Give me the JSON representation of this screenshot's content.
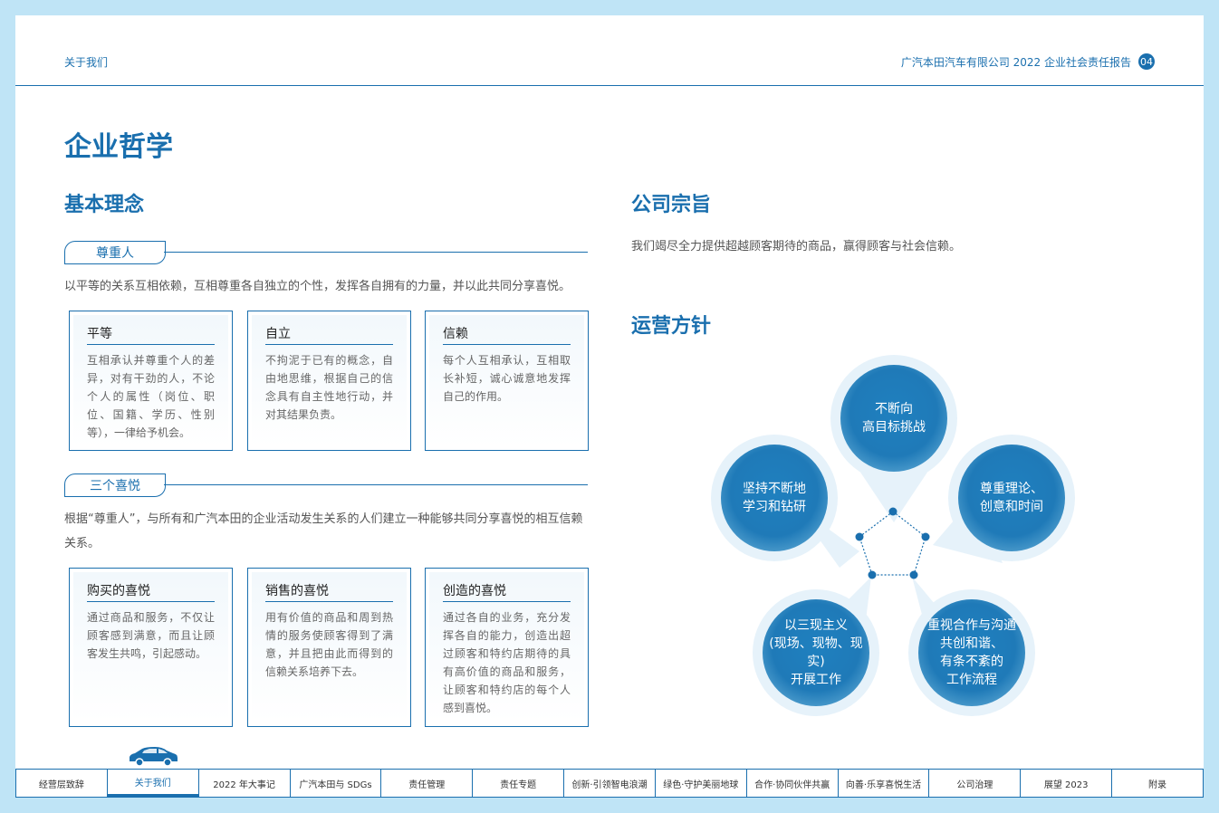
{
  "header": {
    "section": "关于我们",
    "report": "广汽本田汽车有限公司  2022 企业社会责任报告",
    "page": "04"
  },
  "title": "企业哲学",
  "basic": {
    "title": "基本理念",
    "respect": {
      "pill": "尊重人",
      "text": "以平等的关系互相依赖，互相尊重各自独立的个性，发挥各自拥有的力量，并以此共同分享喜悦。",
      "cards": [
        {
          "title": "平等",
          "body": "互相承认并尊重个人的差异，对有干劲的人，不论个人的属性（岗位、职位、国籍、学历、性别等），一律给予机会。"
        },
        {
          "title": "自立",
          "body": "不拘泥于已有的概念，自由地思维，根据自己的信念具有自主性地行动，并对其结果负责。"
        },
        {
          "title": "信赖",
          "body": "每个人互相承认，互相取长补短，诚心诚意地发挥自己的作用。"
        }
      ]
    },
    "joys": {
      "pill": "三个喜悦",
      "text": "根据“尊重人”，与所有和广汽本田的企业活动发生关系的人们建立一种能够共同分享喜悦的相互信赖关系。",
      "cards": [
        {
          "title": "购买的喜悦",
          "body": "通过商品和服务，不仅让顾客感到满意，而且让顾客发生共鸣，引起感动。"
        },
        {
          "title": "销售的喜悦",
          "body": "用有价值的商品和周到热情的服务使顾客得到了满意，并且把由此而得到的信赖关系培养下去。"
        },
        {
          "title": "创造的喜悦",
          "body": "通过各自的业务，充分发挥各自的能力，创造出超过顾客和特约店期待的具有高价值的商品和服务，让顾客和特约店的每个人感到喜悦。"
        }
      ]
    }
  },
  "purpose": {
    "title": "公司宗旨",
    "text": "我们竭尽全力提供超越顾客期待的商品，赢得顾客与社会信赖。"
  },
  "policy": {
    "title": "运营方针",
    "items": [
      "不断向\n高目标挑战",
      "尊重理论、\n创意和时间",
      "重视合作与沟通\n共创和谐、\n有条不紊的\n工作流程",
      "以三现主义\n(现场、现物、现实)\n开展工作",
      "坚持不断地\n学习和钻研"
    ]
  },
  "nav": [
    "经营层致辞",
    "关于我们",
    "2022 年大事记",
    "广汽本田与 SDGs",
    "责任管理",
    "责任专题",
    "创新·引领智电浪潮",
    "绿色·守护美丽地球",
    "合作·协同伙伴共赢",
    "向善·乐享喜悦生活",
    "公司治理",
    "展望 2023",
    "附录"
  ],
  "nav_active": 1,
  "colors": {
    "accent": "#1a6fae",
    "background": "#bfe4f6"
  }
}
